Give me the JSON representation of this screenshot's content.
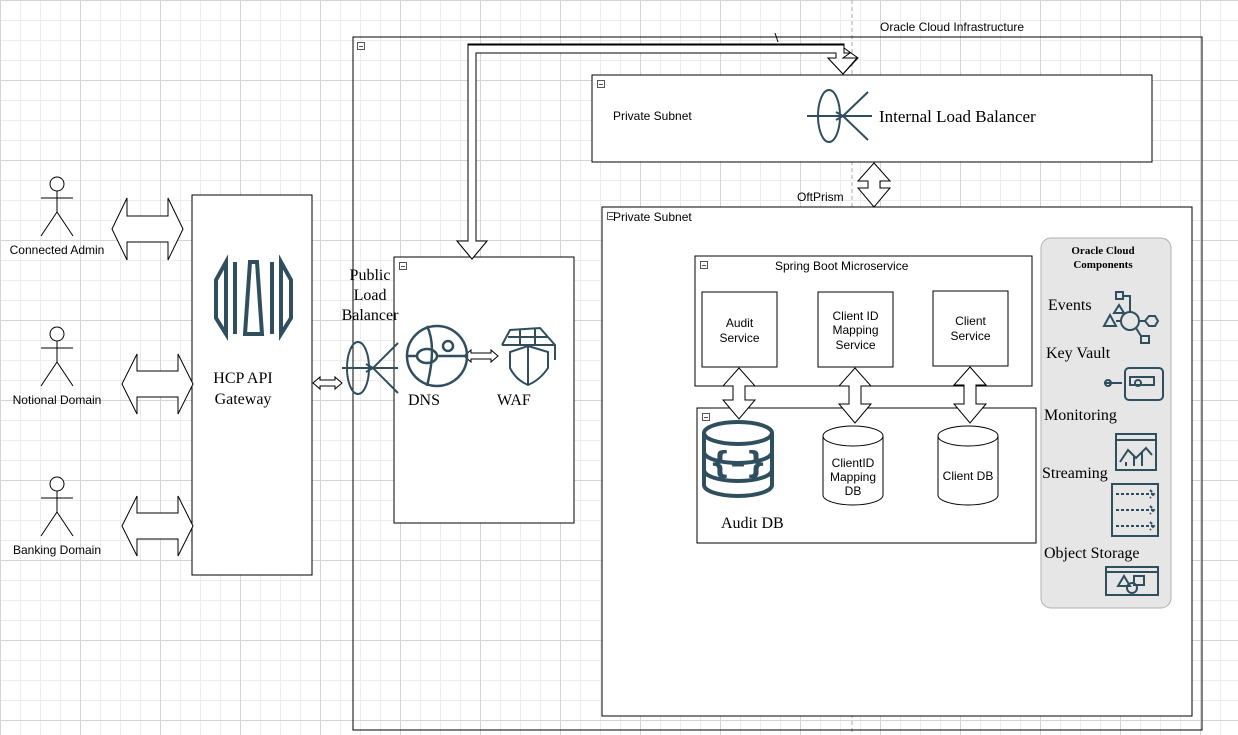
{
  "cloud": {
    "title": "Oracle Cloud Infrastructure"
  },
  "actors": [
    {
      "label": "Connected Admin"
    },
    {
      "label": "Notional Domain"
    },
    {
      "label": "Banking Domain"
    }
  ],
  "gateway": {
    "label_line1": "HCP API",
    "label_line2": "Gateway"
  },
  "public_lb": {
    "label_line1": "Public",
    "label_line2": "Load",
    "label_line3": "Balancer"
  },
  "dns": {
    "label": "DNS"
  },
  "waf": {
    "label": "WAF"
  },
  "subnet_top": {
    "label": "Private Subnet",
    "lb_label": "Internal Load Balancer"
  },
  "connector_label": "OftPrism",
  "subnet_main": {
    "label": "Private Subnet"
  },
  "microservice": {
    "title": "Spring Boot Microservice",
    "services": [
      {
        "line1": "Audit",
        "line2": "Service",
        "line3": ""
      },
      {
        "line1": "Client ID",
        "line2": "Mapping",
        "line3": "Service"
      },
      {
        "line1": "Client",
        "line2": "Service",
        "line3": ""
      }
    ]
  },
  "databases": {
    "audit": "Audit DB",
    "client_id_mapping": {
      "line1": "ClientID",
      "line2": "Mapping",
      "line3": "DB"
    },
    "client": "Client DB"
  },
  "oracle_components": {
    "title_line1": "Oracle Cloud",
    "title_line2": "Components",
    "items": [
      "Events",
      "Key Vault",
      "Monitoring",
      "Streaming",
      "Object Storage"
    ]
  },
  "colors": {
    "icon": "#2f4f5f",
    "panel_bg": "#e6e6e6",
    "panel_border": "#b0b0b0"
  }
}
